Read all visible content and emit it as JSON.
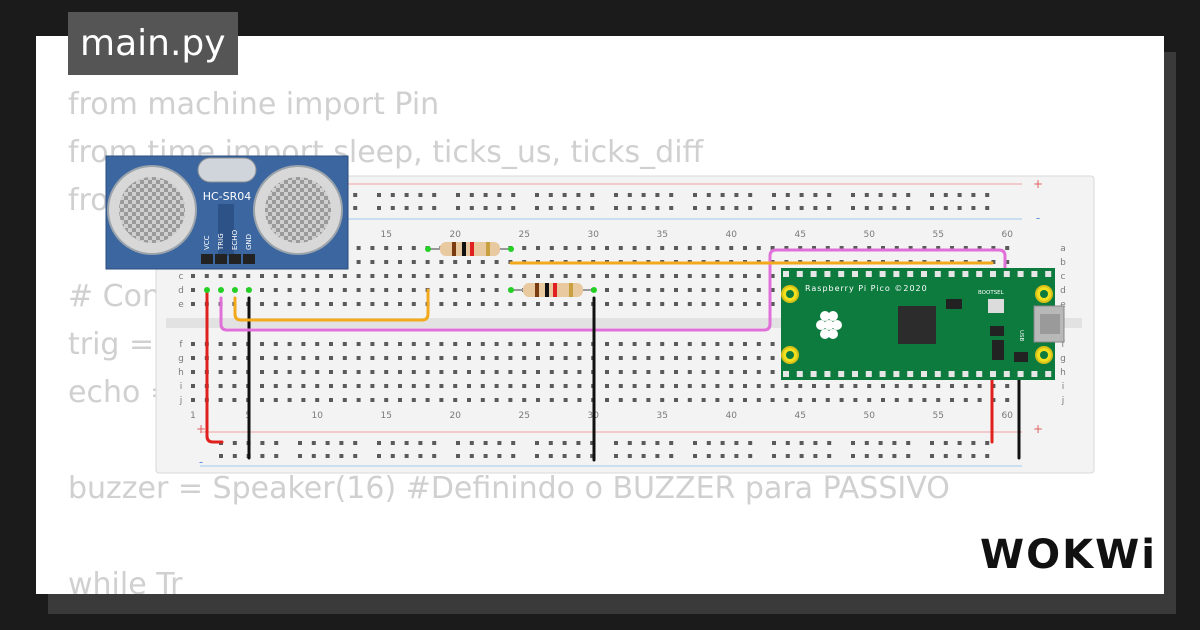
{
  "file_tab": {
    "name": "main.py"
  },
  "code_lines": [
    "from machine import Pin",
    "from time import sleep, ticks_us, ticks_diff",
    "from",
    "",
    "# Con",
    "trig =",
    "echo =",
    "",
    "buzzer = Speaker(16) #Definindo o BUZZER para PASSIVO",
    "",
    "while Tr"
  ],
  "breadboard": {
    "column_numbers_top": [
      "15",
      "20",
      "25",
      "30",
      "35",
      "40",
      "45",
      "50",
      "55",
      "60"
    ],
    "column_numbers_bottom": [
      "1",
      "5",
      "10",
      "15",
      "20",
      "25",
      "30",
      "35",
      "40",
      "45",
      "50",
      "55",
      "60"
    ],
    "row_letters_left": [
      "c",
      "d",
      "e",
      "f",
      "g",
      "h",
      "i",
      "j"
    ],
    "row_letters_right": [
      "a",
      "b",
      "c",
      "d",
      "e",
      "f",
      "g",
      "h",
      "i",
      "j"
    ],
    "rail_plus": "+",
    "rail_minus": "-"
  },
  "sensor": {
    "model": "HC-SR04",
    "pins": [
      "VCC",
      "TRIG",
      "ECHO",
      "GND"
    ]
  },
  "pico": {
    "label": "Raspberry Pi Pico ©2020",
    "button_label": "BOOTSEL",
    "usb_label": "USB"
  },
  "wire_colors": {
    "vcc": "#e0201c",
    "ground": "#111111",
    "trig": "#f2a91c",
    "echo": "#e070d8"
  },
  "brand": {
    "logo_text": "WOKWi"
  }
}
